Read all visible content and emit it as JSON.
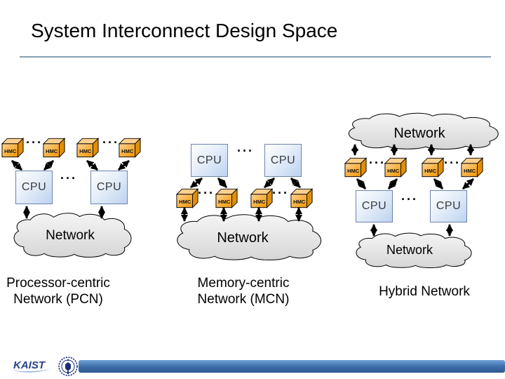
{
  "slide": {
    "title": "System Interconnect Design Space"
  },
  "labels": {
    "hmc": "HMC",
    "cpu": "CPU",
    "network": "Network",
    "dots": "···"
  },
  "captions": {
    "pcn_line1": "Processor-centric",
    "pcn_line2": "Network (PCN)",
    "mcn_line1": "Memory-centric",
    "mcn_line2": "Network (MCN)",
    "hybrid": "Hybrid Network"
  },
  "footer": {
    "university_logo": "KAIST"
  },
  "colors": {
    "title_divider": "#87a0b5",
    "hmc_front": "#f8a020",
    "hmc_top": "#fdd08e",
    "hmc_side": "#e18f06",
    "cpu_fill_light": "#fdfeff",
    "cpu_fill_dark": "#bdd3f0",
    "cpu_border": "#6d83ad",
    "cloud_fill": "#e7e7e7",
    "arrow": "#000000",
    "footer_bar": "#3c6ca8",
    "kaist_blue": "#25408f"
  }
}
